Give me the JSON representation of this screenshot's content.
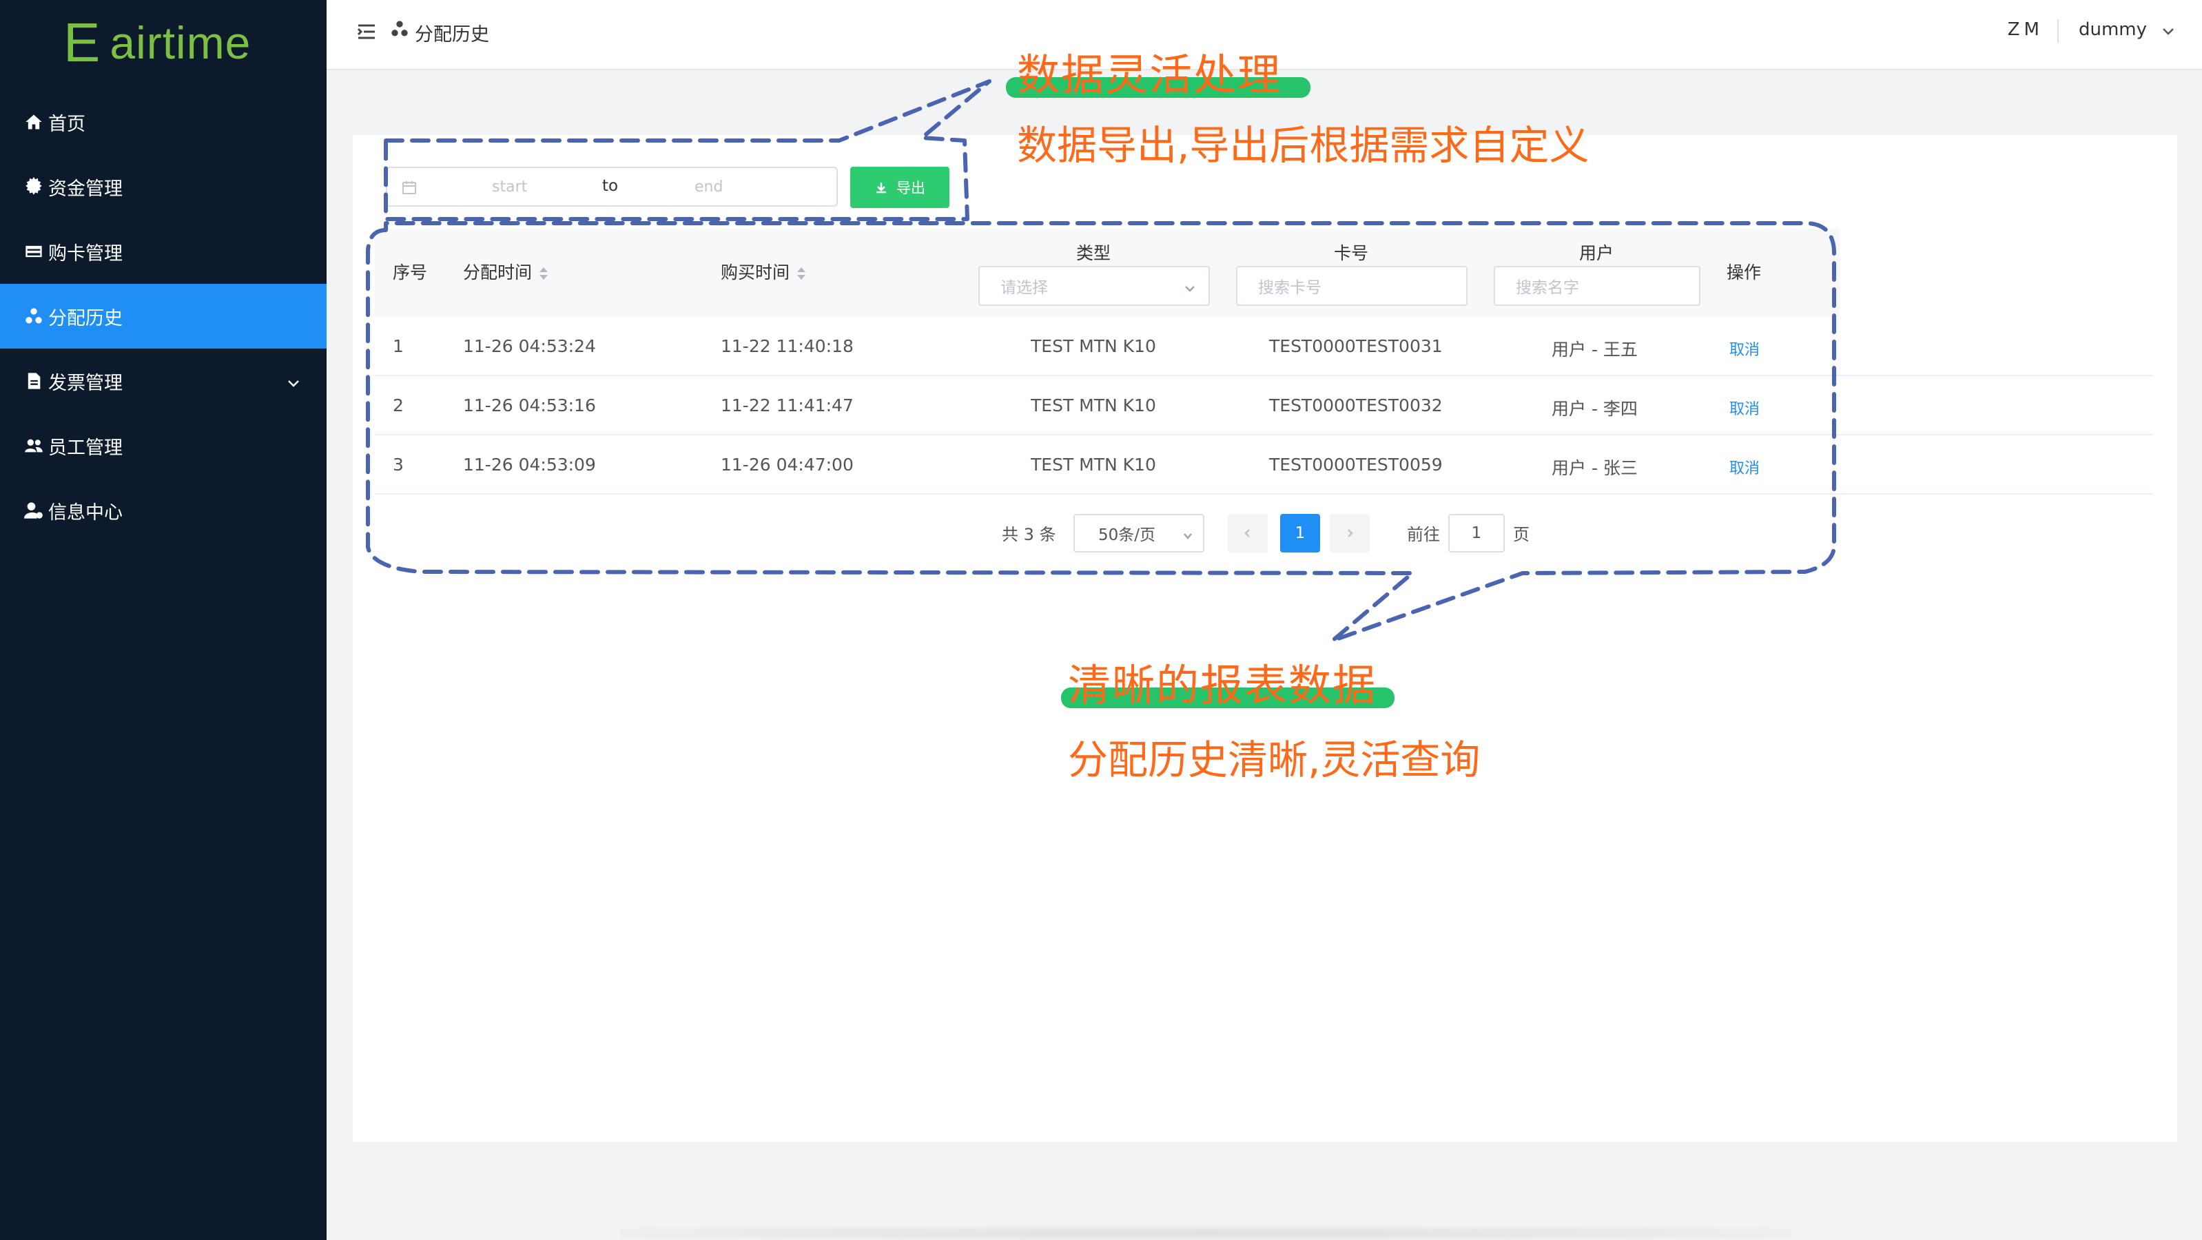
{
  "app": {
    "logo_letter": "E",
    "logo_text": "airtime"
  },
  "sidebar": {
    "items": [
      {
        "label": "首页",
        "icon": "home-icon"
      },
      {
        "label": "资金管理",
        "icon": "gear-icon"
      },
      {
        "label": "购卡管理",
        "icon": "card-icon"
      },
      {
        "label": "分配历史",
        "icon": "share-icon",
        "active": true
      },
      {
        "label": "发票管理",
        "icon": "document-icon",
        "has_children": true
      },
      {
        "label": "员工管理",
        "icon": "users-icon"
      },
      {
        "label": "信息中心",
        "icon": "user-settings-icon"
      }
    ]
  },
  "header": {
    "breadcrumb": "分配历史",
    "initials": "ZM",
    "user": "dummy"
  },
  "filters": {
    "date_start_placeholder": "start",
    "date_to": "to",
    "date_end_placeholder": "end",
    "export_label": "导出"
  },
  "table": {
    "columns": {
      "index": "序号",
      "assign_time": "分配时间",
      "purchase_time": "购买时间",
      "type": "类型",
      "card_no": "卡号",
      "user": "用户",
      "action": "操作"
    },
    "type_filter_placeholder": "请选择",
    "card_search_placeholder": "搜索卡号",
    "user_search_placeholder": "搜索名字",
    "rows": [
      {
        "index": "1",
        "assign_time": "11-26 04:53:24",
        "purchase_time": "11-22 11:40:18",
        "type": "TEST MTN K10",
        "card_no": "TEST0000TEST0031",
        "user": "用户 - 王五",
        "action": "取消"
      },
      {
        "index": "2",
        "assign_time": "11-26 04:53:16",
        "purchase_time": "11-22 11:41:47",
        "type": "TEST MTN K10",
        "card_no": "TEST0000TEST0032",
        "user": "用户 - 李四",
        "action": "取消"
      },
      {
        "index": "3",
        "assign_time": "11-26 04:53:09",
        "purchase_time": "11-26 04:47:00",
        "type": "TEST MTN K10",
        "card_no": "TEST0000TEST0059",
        "user": "用户 - 张三",
        "action": "取消"
      }
    ]
  },
  "pagination": {
    "total": "共 3 条",
    "page_size": "50条/页",
    "current": "1",
    "goto_label": "前往",
    "goto_value": "1",
    "page_label": "页"
  },
  "annotations": {
    "top_title": "数据灵活处理",
    "top_sub": "数据导出,导出后根据需求自定义",
    "bottom_title": "清晰的报表数据",
    "bottom_sub": "分配历史清晰,灵活查询"
  },
  "colors": {
    "sidebar_bg": "#0c1a2c",
    "accent_blue": "#1f8ff5",
    "export_green": "#2ecc71",
    "annotation_orange": "#ff6a1a",
    "annotation_green": "#27c36a",
    "callout_dash": "#4a64b0",
    "logo_green": "#7bc043"
  }
}
